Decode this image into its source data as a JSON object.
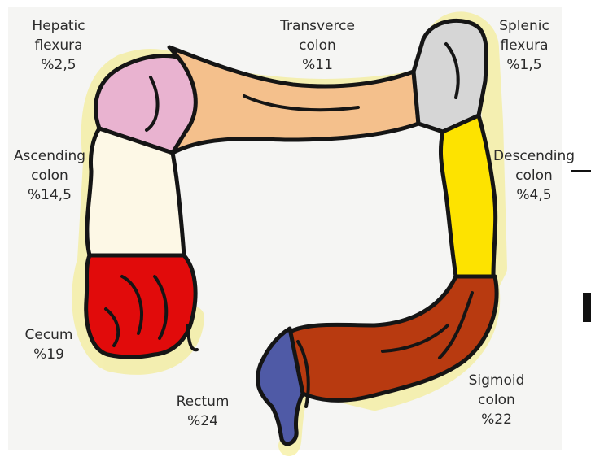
{
  "segments": [
    {
      "id": "hepatic",
      "lines": [
        "Hepatic",
        "flexura",
        "%2,5"
      ],
      "color": "#e9b3d0"
    },
    {
      "id": "transverse",
      "lines": [
        "Transverce",
        "colon",
        "%11"
      ],
      "color": "#f4c08c"
    },
    {
      "id": "splenic",
      "lines": [
        "Splenic",
        "flexura",
        "%1,5"
      ],
      "color": "#d6d6d6"
    },
    {
      "id": "ascending",
      "lines": [
        "Ascending",
        "colon",
        "%14,5"
      ],
      "color": "#fdf8e6"
    },
    {
      "id": "descending",
      "lines": [
        "Descending",
        "colon",
        "%4,5"
      ],
      "color": "#fde300"
    },
    {
      "id": "cecum",
      "lines": [
        "Cecum",
        "%19"
      ],
      "color": "#e10b0b"
    },
    {
      "id": "rectum",
      "lines": [
        "Rectum",
        "%24"
      ],
      "color": "#4f5aa6"
    },
    {
      "id": "sigmoid",
      "lines": [
        "Sigmoid",
        "colon",
        "%22"
      ],
      "color": "#b83a10"
    }
  ],
  "colors": {
    "outline": "#151515",
    "glow": "#f3ea7a",
    "background": "#f4f4f2"
  }
}
